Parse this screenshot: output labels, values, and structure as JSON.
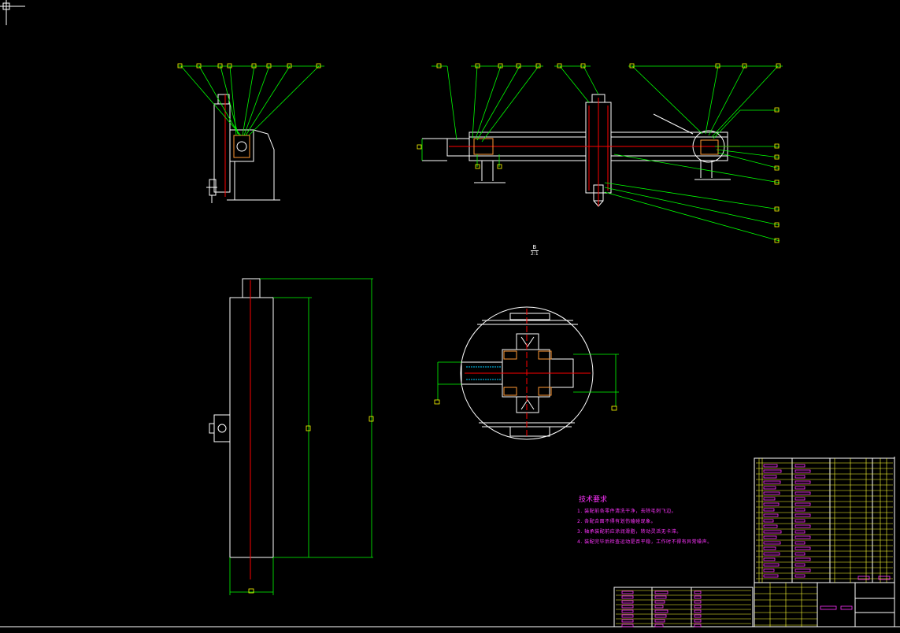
{
  "drawing": {
    "background": "#000000",
    "colors": {
      "outline": "#ffffff",
      "leader": "#00ff00",
      "balloon": "#ffff00",
      "centerline": "#ff0000",
      "hatch": "#ff9933",
      "shaft": "#00ccff",
      "annotation": "#ff33ff",
      "table_frame": "#ffffff",
      "table_line": "#ffff33"
    },
    "detail_view": {
      "letter": "B",
      "scale": "2:1"
    },
    "technical_requirements": {
      "title": "技术要求",
      "items": [
        "1.  装配前各零件清洗干净，去除毛刺飞边。",
        "2.  各配合面不得有划伤磕碰现象。",
        "3.  轴承装配前应涂润滑脂，转动灵活无卡滞。",
        "4.  装配完毕后检查运动是否平稳，工作时不得有异常噪声。"
      ]
    }
  }
}
